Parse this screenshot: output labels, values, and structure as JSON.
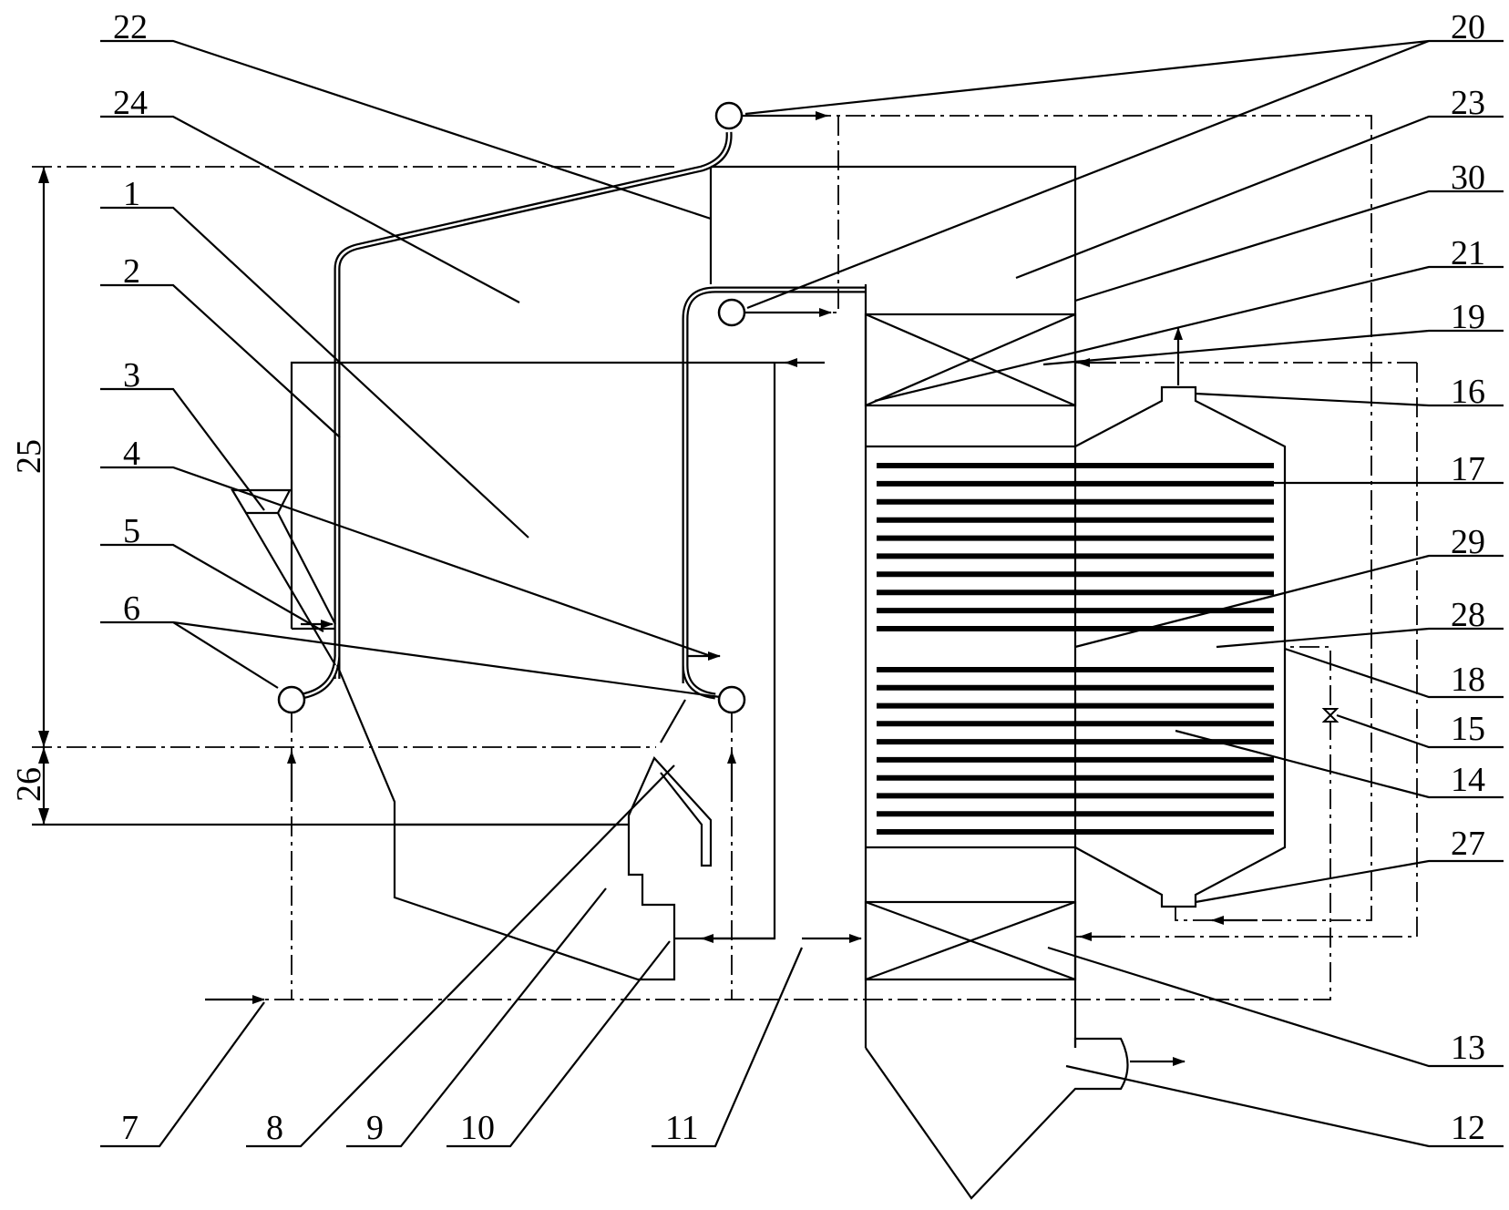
{
  "labels": {
    "l1": "1",
    "l2": "2",
    "l3": "3",
    "l4": "4",
    "l5": "5",
    "l6": "6",
    "l7": "7",
    "l8": "8",
    "l9": "9",
    "l10": "10",
    "l11": "11",
    "l12": "12",
    "l13": "13",
    "l14": "14",
    "l15": "15",
    "l16": "16",
    "l17": "17",
    "l18": "18",
    "l19": "19",
    "l20": "20",
    "l21": "21",
    "l22": "22",
    "l23": "23",
    "l24": "24",
    "l25": "25",
    "l26": "26",
    "l27": "27",
    "l28": "28",
    "l29": "29",
    "l30": "30"
  },
  "heat_exchanger": {
    "upper_tube_rows": 10,
    "lower_tube_rows": 10
  },
  "colors": {
    "line": "#000000",
    "background": "#ffffff"
  }
}
